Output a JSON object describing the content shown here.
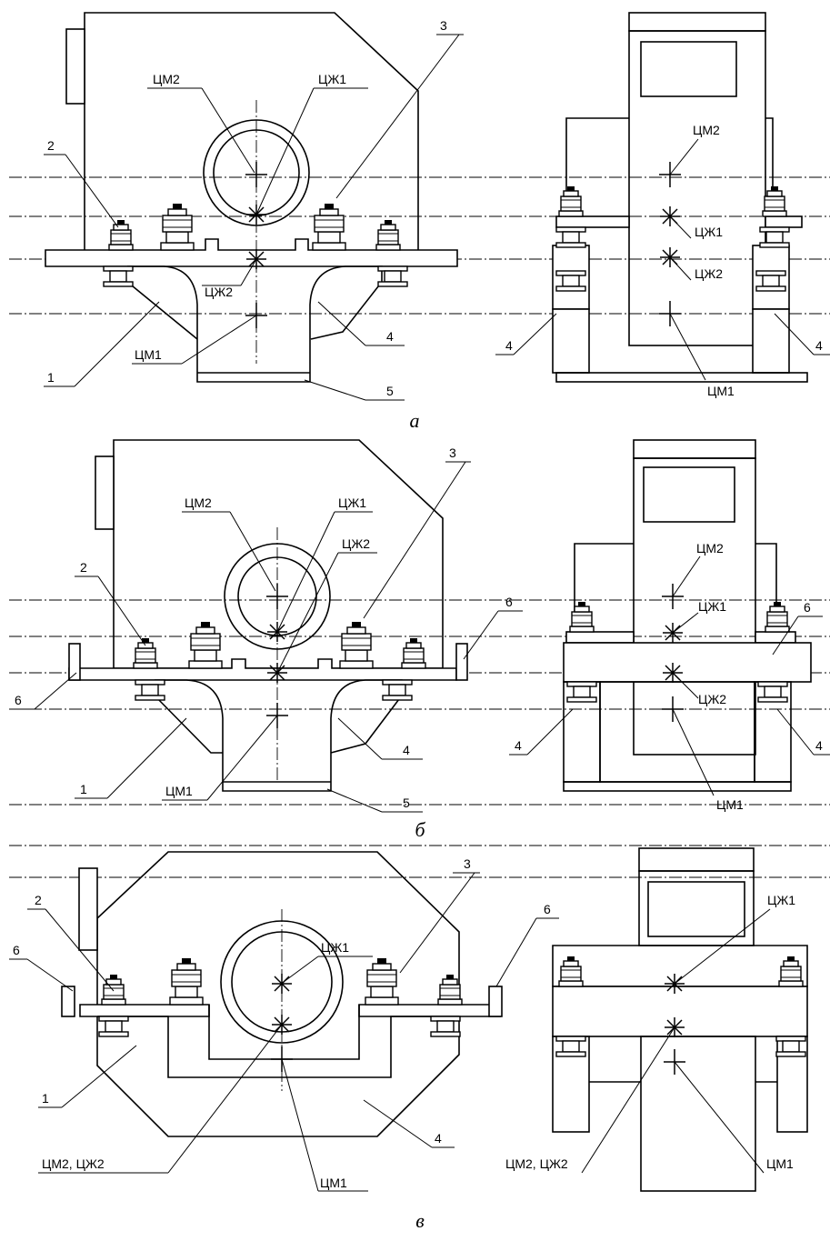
{
  "panels": [
    {
      "caption": "а",
      "front": {
        "num1": "1",
        "num2": "2",
        "num3": "3",
        "num4": "4",
        "num5": "5",
        "cm1": "ЦМ1",
        "cm2": "ЦМ2",
        "cz1": "ЦЖ1",
        "cz2": "ЦЖ2"
      },
      "side": {
        "num4l": "4",
        "num4r": "4",
        "cm1": "ЦМ1",
        "cm2": "ЦМ2",
        "cz1": "ЦЖ1",
        "cz2": "ЦЖ2"
      }
    },
    {
      "caption": "б",
      "front": {
        "num1": "1",
        "num2": "2",
        "num3": "3",
        "num4": "4",
        "num5": "5",
        "num6l": "6",
        "num6r": "6",
        "cm1": "ЦМ1",
        "cm2": "ЦМ2",
        "cz1": "ЦЖ1",
        "cz2": "ЦЖ2"
      },
      "side": {
        "num4l": "4",
        "num4r": "4",
        "num6": "6",
        "cm1": "ЦМ1",
        "cm2": "ЦМ2",
        "cz1": "ЦЖ1",
        "cz2": "ЦЖ2"
      }
    },
    {
      "caption": "в",
      "front": {
        "num1": "1",
        "num2": "2",
        "num3": "3",
        "num4": "4",
        "num6l": "6",
        "num6r": "6",
        "cm1": "ЦМ1",
        "cz1": "ЦЖ1",
        "cm2cz2": "ЦМ2, ЦЖ2"
      },
      "side": {
        "cz1": "ЦЖ1",
        "cm1": "ЦМ1",
        "cm2cz2": "ЦМ2, ЦЖ2"
      }
    }
  ]
}
